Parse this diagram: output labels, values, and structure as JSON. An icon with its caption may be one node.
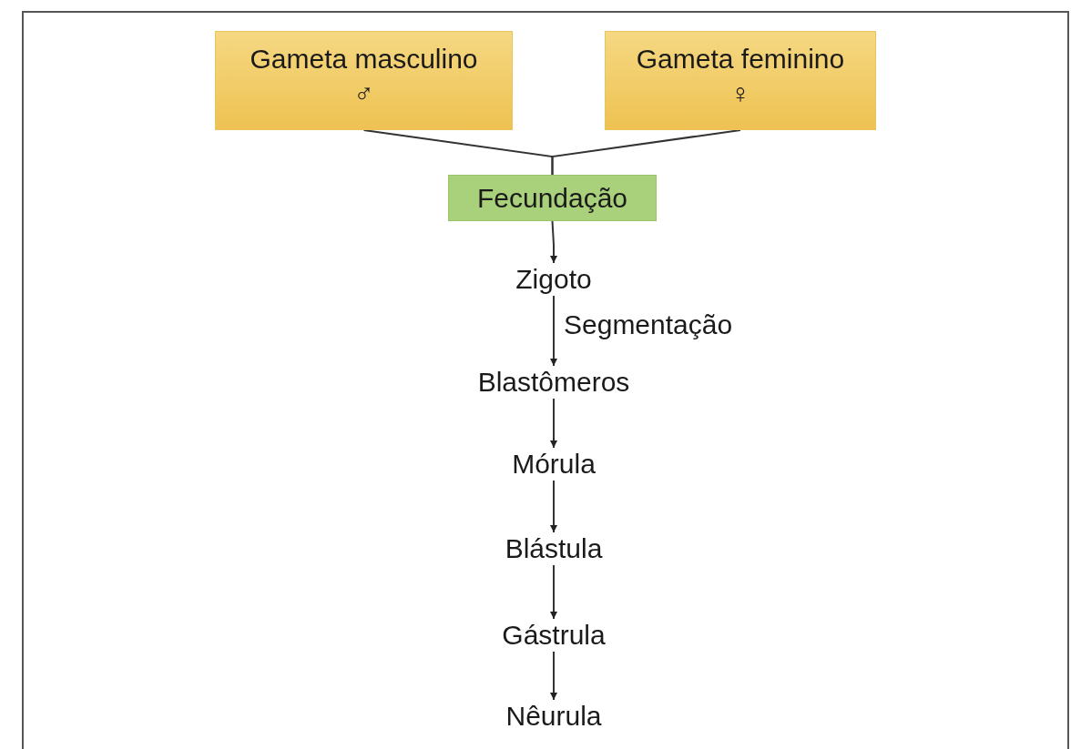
{
  "diagram": {
    "nodes": [
      {
        "text": [
          "Gameta masculino",
          "♂"
        ]
      },
      {
        "text": [
          "Gameta feminino",
          "♀"
        ]
      },
      {
        "text": [
          "Fecundação"
        ]
      },
      {
        "text": [
          "Zigoto"
        ]
      },
      {
        "text": [
          "Blastômeros"
        ]
      },
      {
        "text": [
          "Mórula"
        ]
      },
      {
        "text": [
          "Blástula"
        ]
      },
      {
        "text": [
          "Gástrula"
        ]
      },
      {
        "text": [
          "Nêurula"
        ]
      }
    ],
    "edges": [
      {
        "from": 0,
        "to": 2,
        "arrow": "none"
      },
      {
        "from": 1,
        "to": 2,
        "arrow": "none"
      },
      {
        "from": 2,
        "to": 3,
        "arrow": "to"
      },
      {
        "from": 3,
        "to": 4,
        "arrow": "to",
        "label": "Segmentação"
      },
      {
        "from": 4,
        "to": 5,
        "arrow": "to"
      },
      {
        "from": 5,
        "to": 6,
        "arrow": "to"
      },
      {
        "from": 6,
        "to": 7,
        "arrow": "to"
      },
      {
        "from": 7,
        "to": 8,
        "arrow": "to"
      }
    ]
  }
}
